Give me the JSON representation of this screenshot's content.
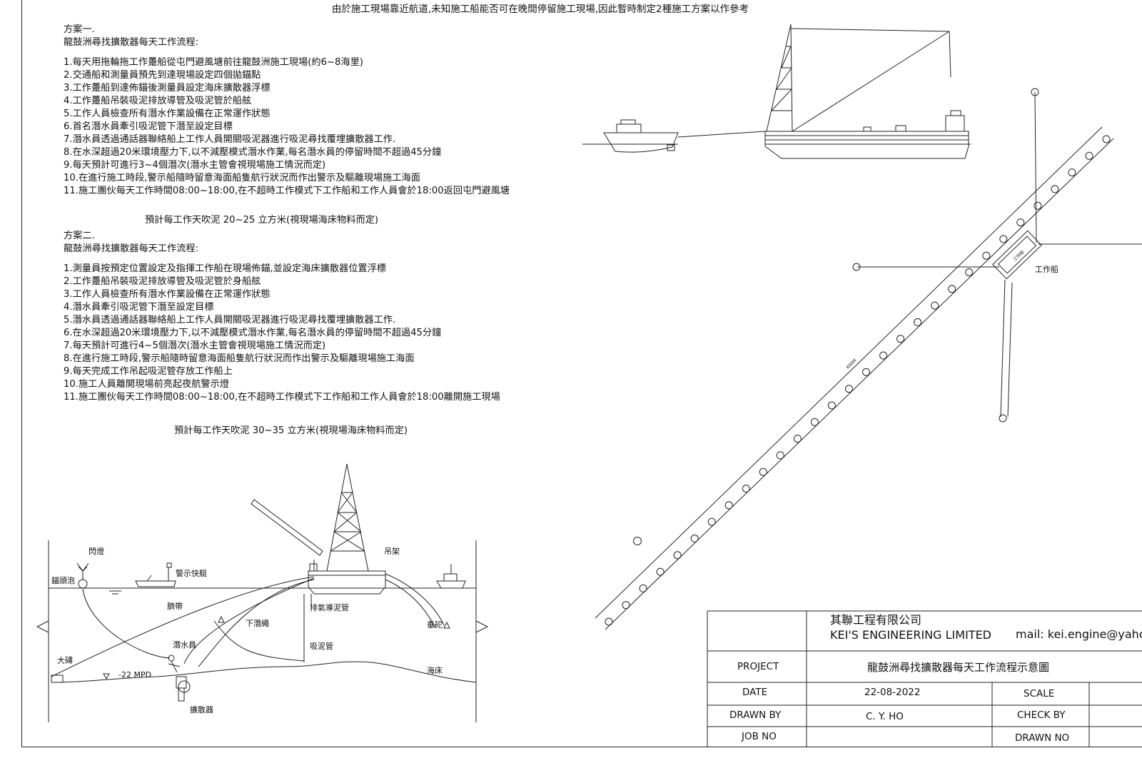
{
  "header_note": "由於施工現場靠近航道,未知施工船能否可在晚間停留施工現場,因此暫時制定2種施工方案以作參考",
  "plan1": {
    "title": "方案一.",
    "subtitle": "龍鼓洲尋找擴散器每天工作流程:",
    "steps": [
      "1.每天用拖輪拖工作躉船從屯門避風塘前往龍鼓洲施工現場(約6~8海里)",
      "2.交通船和測量員預先到達現場設定四個拋錨點",
      "3.工作躉船到達佈錨後測量員設定海床擴散器浮標",
      "4.工作躉船吊裝吸泥排放導管及吸泥管於船舷",
      "5.工作人員檢查所有潛水作業設備在正常運作狀態",
      "6.首名潛水員牽引吸泥管下潛至設定目標",
      "7.潛水員透過通話器聯絡船上工作人員開關吸泥器進行吸泥尋找覆埋擴散器工作.",
      "8.在水深超過20米環境壓力下,以不減壓模式潛水作業,每名潛水員的停留時間不超過45分鐘",
      "9.每天預計可進行3~4個潛次(潛水主管會視現場施工情況而定)",
      "10.在進行施工時段,警示船隨時留意海面船隻航行狀況而作出警示及驅離現場施工海面",
      "11.施工團伙每天工作時間08:00~18:00,在不超時工作模式下工作船和工作人員會於18:00返回屯門避風塘"
    ],
    "estimate": "預計每工作天吹泥 20~25 立方米(視現場海床物料而定)"
  },
  "plan2": {
    "title": "方案二.",
    "subtitle": "龍鼓洲尋找擴散器每天工作流程:",
    "steps": [
      "1.測量員按預定位置設定及指揮工作船在現場佈錨,並設定海床擴散器位置浮標",
      "2.工作躉船吊裝吸泥排放導管及吸泥管於身船舷",
      "3.工作人員檢查所有潛水作業設備在正常運作狀態",
      "4.潛水員牽引吸泥管下潛至設定目標",
      "5.潛水員透過通話器聯絡船上工作人員開關吸泥器進行吸泥尋找覆埋擴散器工作.",
      "6.在水深超過20米環境壓力下,以不減壓模式潛水作業,每名潛水員的停留時間不超過45分鐘",
      "7.每天預計可進行4~5個潛次(潛水主管會視現場施工情況而定)",
      "8.在進行施工時段,警示船隨時留意海面船隻航行狀況而作出警示及驅離現場施工海面",
      "9.每天完成工作吊起吸泥管存放工作船上",
      "10.施工人員離開現場前亮起夜航警示燈",
      "11.施工團伙每天工作時間08:00~18:00,在不超時工作模式下工作船和工作人員會於18:00離開施工現場"
    ],
    "estimate": "預計每工作天吹泥 30~35 立方米(視現場海床物料而定)"
  },
  "section_labels": {
    "flash_light": "閃燈",
    "anchor_buoy": "錨頭泡",
    "warning_boat": "警示快艇",
    "crane": "吊架",
    "umbilical": "臍帶",
    "exhaust_pipe": "排氣導泥管",
    "descent_line": "下潛繩",
    "sinker": "垂砣",
    "diver": "潛水員",
    "suction_pipe": "吸泥管",
    "big_anchor": "大礡",
    "depth": "-22 MPD",
    "seabed": "海床",
    "diffuser": "擴散器"
  },
  "plan_view": {
    "work_boat_label": "工作船",
    "pipe_length": "600M",
    "boat_inner": "工作船"
  },
  "title_block": {
    "company_cn": "其聯工程有限公司",
    "company_en": "KEI'S ENGINEERING LIMITED",
    "mail": "mail: kei.engine@yahoo",
    "project_label": "PROJECT",
    "project_value": "龍鼓洲尋找擴散器每天工作流程示意圖",
    "date_label": "DATE",
    "date_value": "22-08-2022",
    "scale_label": "SCALE",
    "drawn_by_label": "DRAWN  BY",
    "drawn_by_value": "C. Y. HO",
    "check_by_label": "CHECK  BY",
    "job_no_label": "JOB NO",
    "drawn_no_label": "DRAWN  NO"
  }
}
